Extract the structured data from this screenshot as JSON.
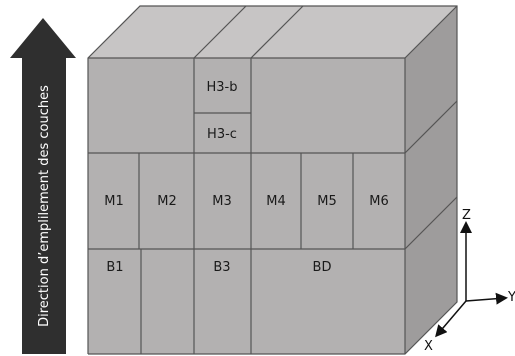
{
  "layer_direction_arrow": {
    "label": "Direction d’emplilement des couches"
  },
  "blocks": {
    "H3b": "H3-b",
    "H3c": "H3-c",
    "M1": "M1",
    "M2": "M2",
    "M3": "M3",
    "M4": "M4",
    "M5": "M5",
    "M6": "M6",
    "B1": "B1",
    "B3": "B3",
    "BD": "BD"
  },
  "axes": {
    "z": "Z",
    "y": "Y",
    "x": "X"
  },
  "colors": {
    "front_face": "#b3b1b1",
    "top_face": "#c7c5c5",
    "side_face": "#9e9c9c",
    "arrow": "#2f2f2f"
  }
}
